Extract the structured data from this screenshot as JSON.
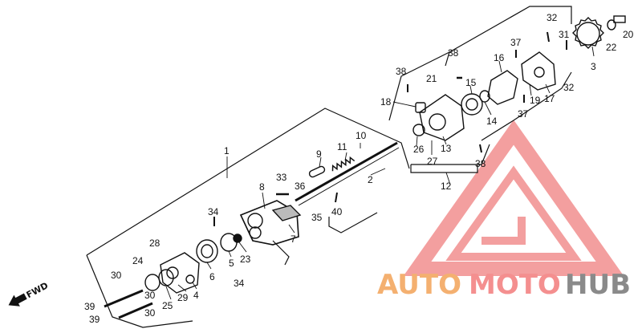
{
  "diagram": {
    "direction_label": "FWD",
    "part_numbers": [
      "1",
      "2",
      "3",
      "4",
      "5",
      "6",
      "7",
      "8",
      "9",
      "10",
      "11",
      "12",
      "13",
      "14",
      "15",
      "16",
      "17",
      "18",
      "19",
      "20",
      "21",
      "22",
      "23",
      "24",
      "25",
      "26",
      "27",
      "28",
      "29",
      "30",
      "31",
      "32",
      "33",
      "34",
      "35",
      "36",
      "37",
      "38",
      "39",
      "40"
    ]
  },
  "watermark": {
    "text_part1": "AUTO",
    "text_part2": "MOTO",
    "text_part3": "HUB",
    "color_main": "#f4a08c",
    "color_dark": "#8a8a8a"
  }
}
